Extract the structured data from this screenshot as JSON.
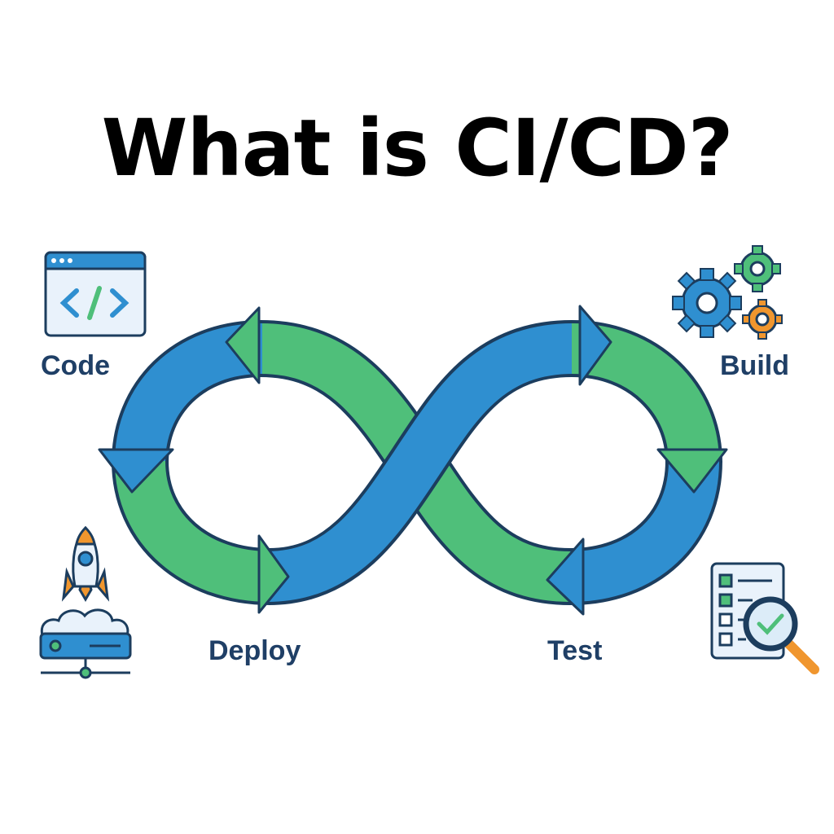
{
  "title": "What is CI/CD?",
  "stages": {
    "code": "Code",
    "build": "Build",
    "test": "Test",
    "deploy": "Deploy"
  },
  "colors": {
    "blue": "#2f8fd0",
    "green": "#4fbf7a",
    "outline": "#1c3d5e",
    "orange": "#f0962e",
    "label": "#1f3f66"
  },
  "icons": [
    "code-window-icon",
    "gears-icon",
    "checklist-magnifier-icon",
    "rocket-server-icon"
  ]
}
